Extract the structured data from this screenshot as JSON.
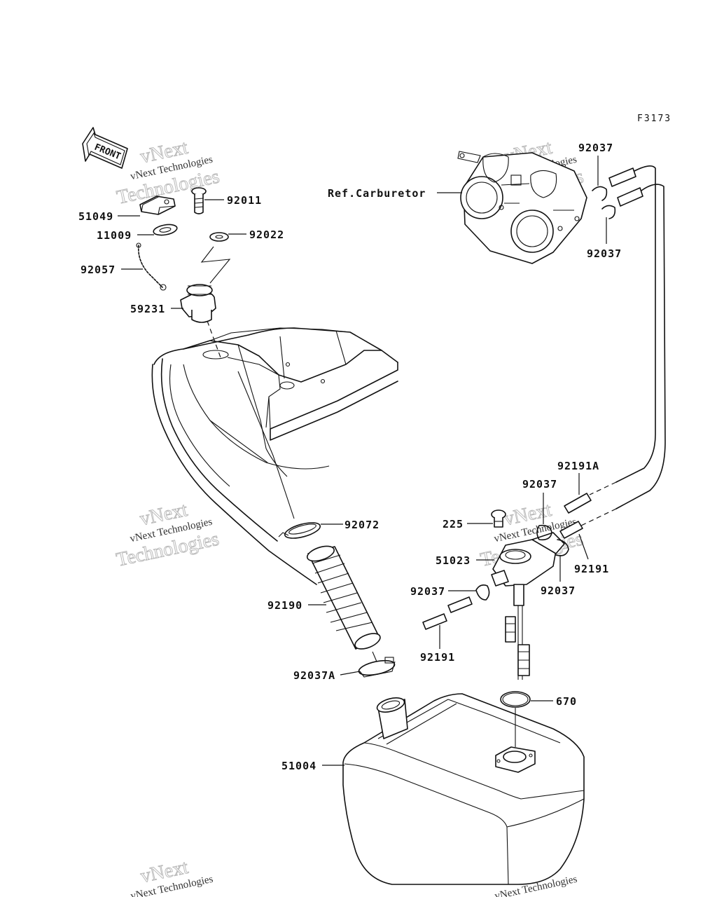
{
  "figure_number": "F3173",
  "front_arrow_label": "FRONT",
  "reference_label": "Ref.Carburetor",
  "watermark": {
    "line1": "vNext Technologies",
    "line2": "vNext",
    "line3": "Technologies"
  },
  "callouts": {
    "c51049": "51049",
    "c11009": "11009",
    "c92057": "92057",
    "c59231": "59231",
    "c92011": "92011",
    "c92022": "92022",
    "c92037_top1": "92037",
    "c92037_top2": "92037",
    "c92072": "92072",
    "c92190": "92190",
    "c92037A": "92037A",
    "c51004": "51004",
    "c670": "670",
    "c225": "225",
    "c51023": "51023",
    "c92037_mid1": "92037",
    "c92037_mid2": "92037",
    "c92037_mid3": "92037",
    "c92191A": "92191A",
    "c92191_right": "92191",
    "c92191_low": "92191"
  }
}
